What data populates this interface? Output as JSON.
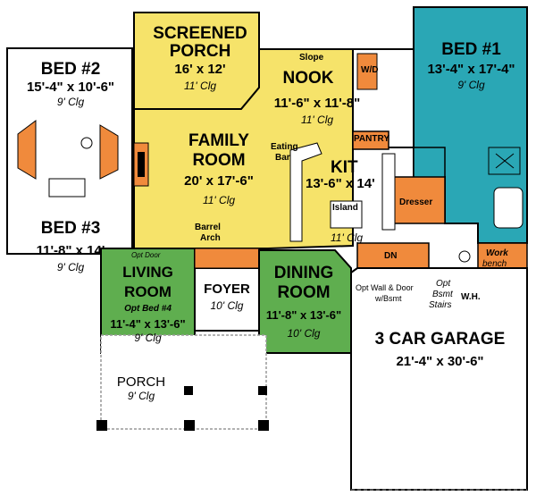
{
  "colors": {
    "family_area": "#f6e36a",
    "bed1": "#2aa7b5",
    "living_dining": "#5fae4f",
    "accent_orange": "#f08a3c",
    "wall": "#000000"
  },
  "rooms": {
    "screened_porch": {
      "name_line1": "SCREENED",
      "name_line2": "PORCH",
      "dims": "16' x 12'",
      "ceiling": "11' Clg"
    },
    "nook": {
      "name": "NOOK",
      "dims": "11'-6\" x 11'-8\"",
      "ceiling": "11' Clg",
      "note": "Slope"
    },
    "bed1": {
      "name": "BED #1",
      "dims": "13'-4\" x 17'-4\"",
      "ceiling": "9' Clg"
    },
    "bed2": {
      "name": "BED #2",
      "dims": "15'-4\" x 10'-6\"",
      "ceiling": "9' Clg"
    },
    "family_room": {
      "name_line1": "FAMILY",
      "name_line2": "ROOM",
      "dims": "20' x 17'-6\"",
      "ceiling": "11' Clg"
    },
    "kit": {
      "name": "KIT",
      "dims": "13'-6\" x 14'",
      "ceiling": "11' Clg",
      "island": "Island",
      "pantry": "PANTRY",
      "eating_bar_1": "Eating",
      "eating_bar_2": "Bar",
      "wd": "W/D"
    },
    "bed3": {
      "name": "BED #3",
      "dims": "11'-8\" x 14'",
      "ceiling": "9' Clg"
    },
    "living_room": {
      "name_line1": "LIVING",
      "name_line2": "ROOM",
      "option": "Opt Bed #4",
      "dims": "11'-4\" x 13'-6\"",
      "ceiling": "9' Clg",
      "opt_door": "Opt Door"
    },
    "foyer": {
      "name": "FOYER",
      "ceiling": "10' Clg"
    },
    "dining_room": {
      "name_line1": "DINING",
      "name_line2": "ROOM",
      "dims": "11'-8\" x 13'-6\"",
      "ceiling": "10' Clg"
    },
    "porch": {
      "name": "PORCH",
      "ceiling": "9' Clg"
    },
    "garage": {
      "name": "3 CAR GARAGE",
      "dims": "21'-4\" x 30'-6\""
    }
  },
  "labels": {
    "barrel_arch_1": "Barrel",
    "barrel_arch_2": "Arch",
    "dresser": "Dresser",
    "dn": "DN",
    "work_bench_1": "Work",
    "work_bench_2": "bench",
    "wh": "W.H.",
    "opt_wall_1": "Opt Wall & Door",
    "opt_wall_2": "w/Bsmt",
    "opt_stairs_1": "Opt",
    "opt_stairs_2": "Bsmt",
    "opt_stairs_3": "Stairs"
  }
}
